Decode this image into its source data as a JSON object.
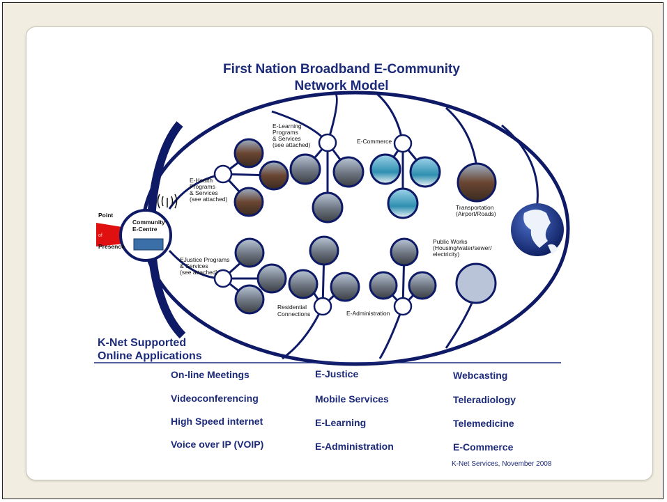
{
  "title_line1": "First Nation Broadband E-Community",
  "title_line2": "Network Model",
  "labels": {
    "point": "Point",
    "of": "of",
    "presence": "Presence",
    "community1": "Community",
    "community2": "E-Centre",
    "ehealth": [
      "E-Health",
      "Programs",
      "& Services",
      "(see attached)"
    ],
    "elearning": [
      "E-Learning",
      "Programs",
      "& Services",
      "(see attached)"
    ],
    "ecommerce": "E-Commerce",
    "transport1": "Transportation",
    "transport2": "(Airport/Roads)",
    "publicworks": [
      "Public Works",
      "(Housing/water/sewer/",
      "electricity)"
    ],
    "ejustice": [
      "EJustice Programs",
      "& Services",
      "(see attached)"
    ],
    "residential": [
      "Residential",
      "Connections"
    ],
    "eadmin": "E-Administration"
  },
  "apps_heading_line1": "K-Net Supported",
  "apps_heading_line2": "Online Applications",
  "apps": {
    "col1": [
      "On-line Meetings",
      "Videoconferencing",
      "High Speed internet",
      "Voice over IP (VOIP)"
    ],
    "col2": [
      "E-Justice",
      "Mobile Services",
      "E-Learning",
      "E-Administration"
    ],
    "col3": [
      "Webcasting",
      "Teleradiology",
      "Telemedicine",
      "E-Commerce"
    ]
  },
  "credit": "K-Net Services, November 2008",
  "colors": {
    "navy": "#1c2a7a",
    "red": "#e01010",
    "bg": "#f1eee1"
  }
}
